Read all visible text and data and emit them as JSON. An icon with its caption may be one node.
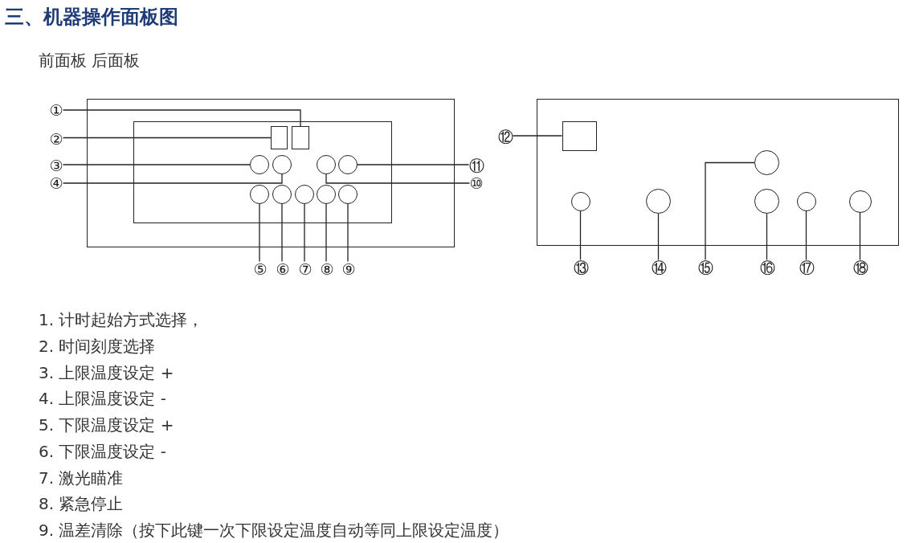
{
  "diagram": {
    "title": "三、机器操作面板图",
    "nodes": [
      {
        "text": [],
        "shape": "box"
      },
      {
        "text": [],
        "shape": "box",
        "in": 0
      },
      {
        "text": [],
        "shape": "box",
        "in": 1
      },
      {
        "text": [],
        "shape": "box",
        "in": 1
      },
      {
        "text": [],
        "shape": "circle",
        "in": 1
      },
      {
        "text": [],
        "shape": "circle",
        "in": 1
      },
      {
        "text": [],
        "shape": "circle",
        "in": 1
      },
      {
        "text": [],
        "shape": "circle",
        "in": 1
      },
      {
        "text": [],
        "shape": "circle",
        "in": 1
      },
      {
        "text": [],
        "shape": "circle",
        "in": 1
      },
      {
        "text": [],
        "shape": "circle",
        "in": 1
      },
      {
        "text": [],
        "shape": "circle",
        "in": 1
      },
      {
        "text": [],
        "shape": "circle",
        "in": 1
      },
      {
        "text": [
          "①"
        ]
      },
      {
        "text": [
          "②"
        ]
      },
      {
        "text": [
          "③"
        ]
      },
      {
        "text": [
          "④"
        ]
      },
      {
        "text": [
          "⑤"
        ]
      },
      {
        "text": [
          "⑥"
        ]
      },
      {
        "text": [
          "⑦"
        ]
      },
      {
        "text": [
          "⑧"
        ]
      },
      {
        "text": [
          "⑨"
        ]
      },
      {
        "text": [
          "⑩"
        ]
      },
      {
        "text": [
          "⑪"
        ]
      },
      {
        "text": [],
        "shape": "box"
      },
      {
        "text": [],
        "shape": "box",
        "in": 24
      },
      {
        "text": [],
        "shape": "circle",
        "in": 24
      },
      {
        "text": [],
        "shape": "circle",
        "in": 24
      },
      {
        "text": [],
        "shape": "circle",
        "in": 24
      },
      {
        "text": [],
        "shape": "circle",
        "in": 24
      },
      {
        "text": [],
        "shape": "circle",
        "in": 24
      },
      {
        "text": [],
        "shape": "circle",
        "in": 24
      },
      {
        "text": [
          "⑫"
        ]
      },
      {
        "text": [
          "⑬"
        ]
      },
      {
        "text": [
          "⑭"
        ]
      },
      {
        "text": [
          "⑮"
        ]
      },
      {
        "text": [
          "⑯"
        ]
      },
      {
        "text": [
          "⑰"
        ]
      },
      {
        "text": [
          "⑱"
        ]
      }
    ],
    "edges": [
      {
        "from": 13,
        "to": 3,
        "arrow": "none"
      },
      {
        "from": 14,
        "to": 2,
        "arrow": "none"
      },
      {
        "from": 15,
        "to": 4,
        "arrow": "none"
      },
      {
        "from": 16,
        "to": 5,
        "arrow": "none"
      },
      {
        "from": 17,
        "to": 8,
        "arrow": "none"
      },
      {
        "from": 18,
        "to": 9,
        "arrow": "none"
      },
      {
        "from": 19,
        "to": 10,
        "arrow": "none"
      },
      {
        "from": 20,
        "to": 11,
        "arrow": "none"
      },
      {
        "from": 21,
        "to": 12,
        "arrow": "none"
      },
      {
        "from": 22,
        "to": 6,
        "arrow": "none"
      },
      {
        "from": 23,
        "to": 7,
        "arrow": "none"
      },
      {
        "from": 32,
        "to": 25,
        "arrow": "none"
      },
      {
        "from": 33,
        "to": 27,
        "arrow": "none"
      },
      {
        "from": 34,
        "to": 28,
        "arrow": "none"
      },
      {
        "from": 35,
        "to": 26,
        "arrow": "none"
      },
      {
        "from": 36,
        "to": 29,
        "arrow": "none"
      },
      {
        "from": 37,
        "to": 30,
        "arrow": "none"
      },
      {
        "from": 38,
        "to": 31,
        "arrow": "none"
      }
    ],
    "labels": [
      "前面板 后面板",
      "1. 计时起始方式选择，",
      "2. 时间刻度选择",
      "3. 上限温度设定 +",
      "4. 上限温度设定 -",
      "5. 下限温度设定 +",
      "6. 下限温度设定 -",
      "7. 激光瞄准",
      "8. 紧急停止",
      "9. 温差清除（按下此键一次下限设定温度自动等同上限设定温度）"
    ]
  }
}
